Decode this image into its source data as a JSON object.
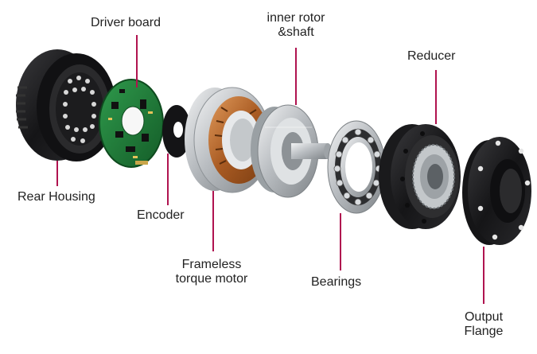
{
  "colors": {
    "leader": "#b0134f",
    "text": "#222222",
    "housing": "#1b1b1d",
    "pcb": "#1f7a3a",
    "copper": "#b86a2f",
    "steel": "#c7cacd"
  },
  "labels": {
    "driver_board": "Driver board",
    "inner_rotor_line1": "inner rotor",
    "inner_rotor_line2": "&shaft",
    "reducer": "Reducer",
    "rear_housing": "Rear Housing",
    "encoder": "Encoder",
    "frameless_line1": "Frameless",
    "frameless_line2": "torque motor",
    "bearings": "Bearings",
    "output_line1": "Output",
    "output_line2": "Flange"
  },
  "icons": {
    "rear_housing": "cylindrical-housing-icon",
    "driver_board": "circuit-board-icon",
    "encoder": "encoder-disc-icon",
    "stator": "stator-winding-icon",
    "rotor": "rotor-shaft-icon",
    "bearing": "ball-bearing-icon",
    "reducer": "gear-reducer-icon",
    "flange": "output-flange-icon"
  }
}
